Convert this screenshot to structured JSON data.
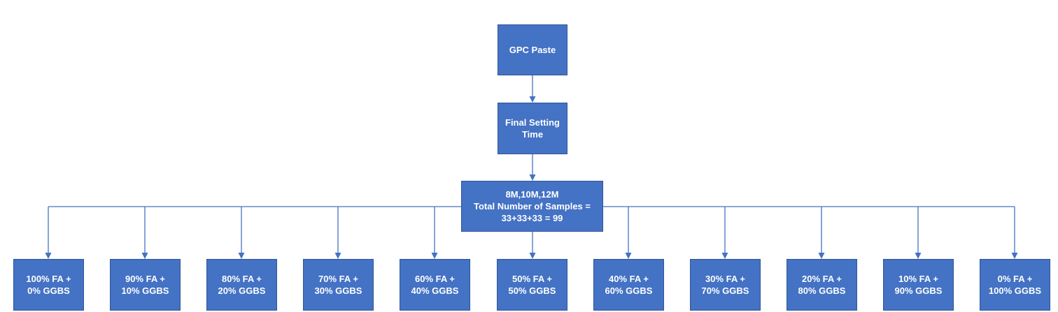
{
  "colors": {
    "box_fill": "#4472C4",
    "box_border": "#2F5597",
    "connector": "#4472C4",
    "text": "#FFFFFF"
  },
  "nodes": {
    "root": "GPC Paste",
    "setting_time": "Final Setting\nTime",
    "samples": "8M,10M,12M\nTotal Number of Samples =\n33+33+33 = 99"
  },
  "mixes": [
    "100% FA +\n0% GGBS",
    "90% FA +\n10% GGBS",
    "80% FA +\n20% GGBS",
    "70% FA +\n30% GGBS",
    "60% FA +\n40% GGBS",
    "50% FA +\n50% GGBS",
    "40% FA +\n60% GGBS",
    "30% FA +\n70% GGBS",
    "20% FA +\n80% GGBS",
    "10% FA +\n90% GGBS",
    "0% FA +\n100% GGBS"
  ]
}
